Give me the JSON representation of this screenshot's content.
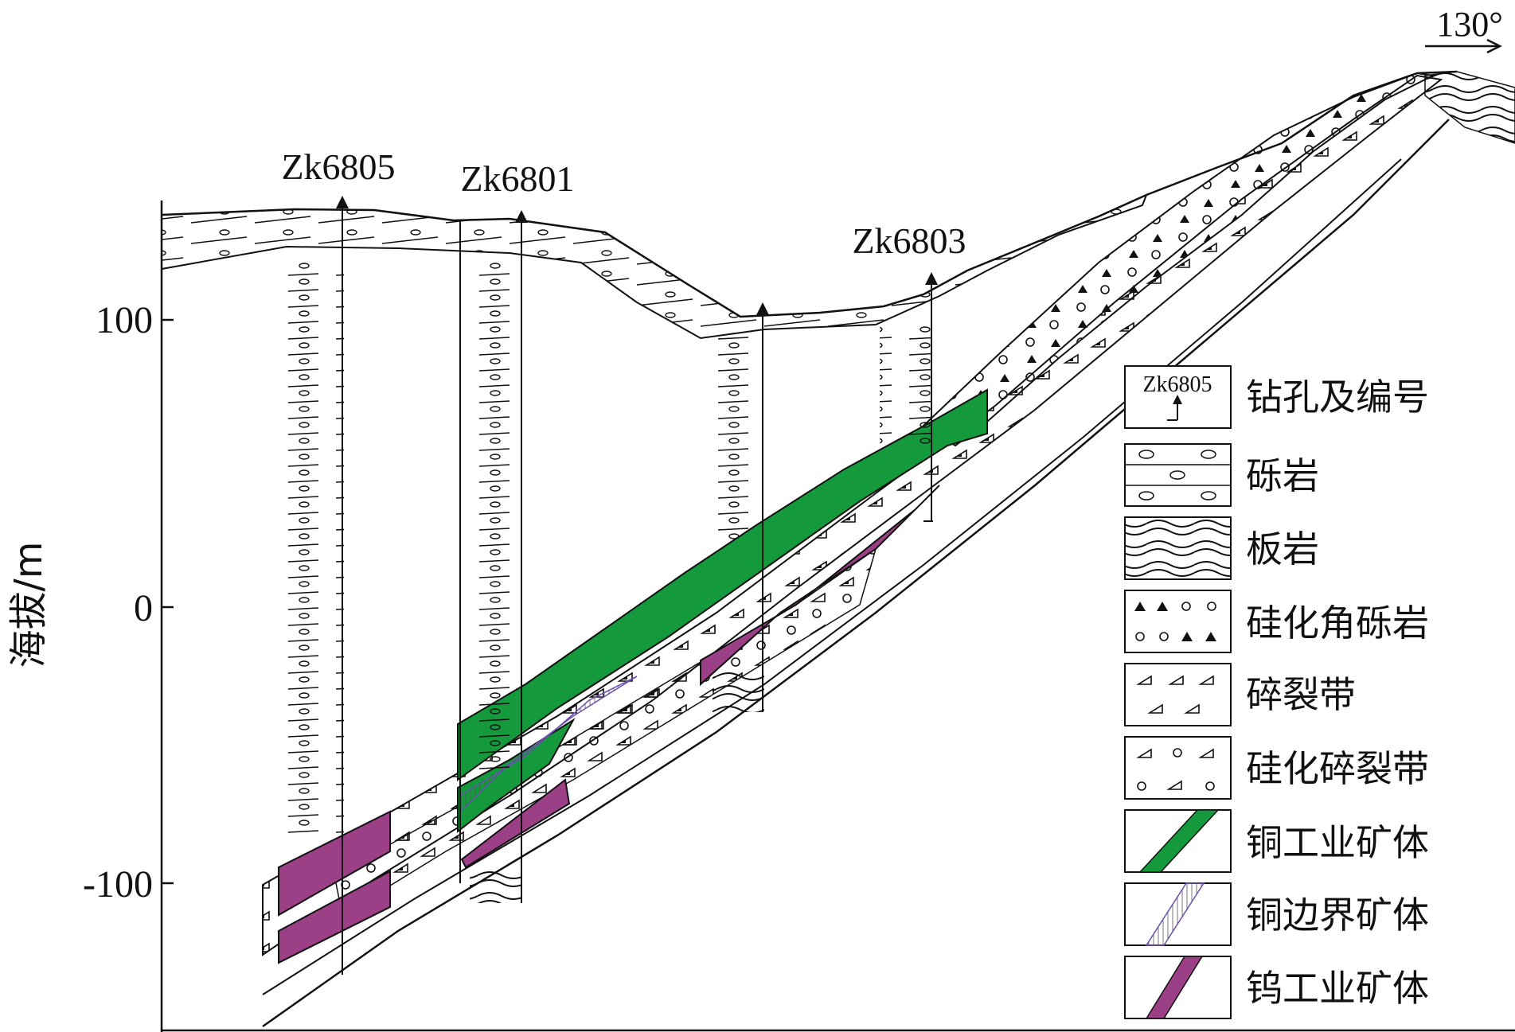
{
  "orientation": "130°",
  "y_axis": {
    "label": "海拔/m",
    "ticks": [
      {
        "value": 100,
        "label": "100"
      },
      {
        "value": 0,
        "label": "0"
      },
      {
        "value": -100,
        "label": "-100"
      }
    ]
  },
  "drill_holes": [
    {
      "id": "Zk6805"
    },
    {
      "id": "Zk6801"
    },
    {
      "id": "Zk6803"
    }
  ],
  "legend": {
    "items": [
      {
        "key": "drillhole",
        "label": "钻孔及编号",
        "sample": "Zk6805"
      },
      {
        "key": "conglomerate",
        "label": "砾岩"
      },
      {
        "key": "slate",
        "label": "板岩"
      },
      {
        "key": "silicified_breccia",
        "label": "硅化角砾岩"
      },
      {
        "key": "cataclastic_zone",
        "label": "碎裂带"
      },
      {
        "key": "silicified_cataclastic_zone",
        "label": "硅化碎裂带"
      },
      {
        "key": "cu_industrial_orebody",
        "label": "铜工业矿体"
      },
      {
        "key": "cu_marginal_orebody",
        "label": "铜边界矿体"
      },
      {
        "key": "w_industrial_orebody",
        "label": "钨工业矿体"
      }
    ]
  },
  "colors": {
    "cu_industrial": "#149a3c",
    "w_industrial": "#9b3f86",
    "cu_marginal_line": "#6a4fb0",
    "line": "#111111"
  }
}
